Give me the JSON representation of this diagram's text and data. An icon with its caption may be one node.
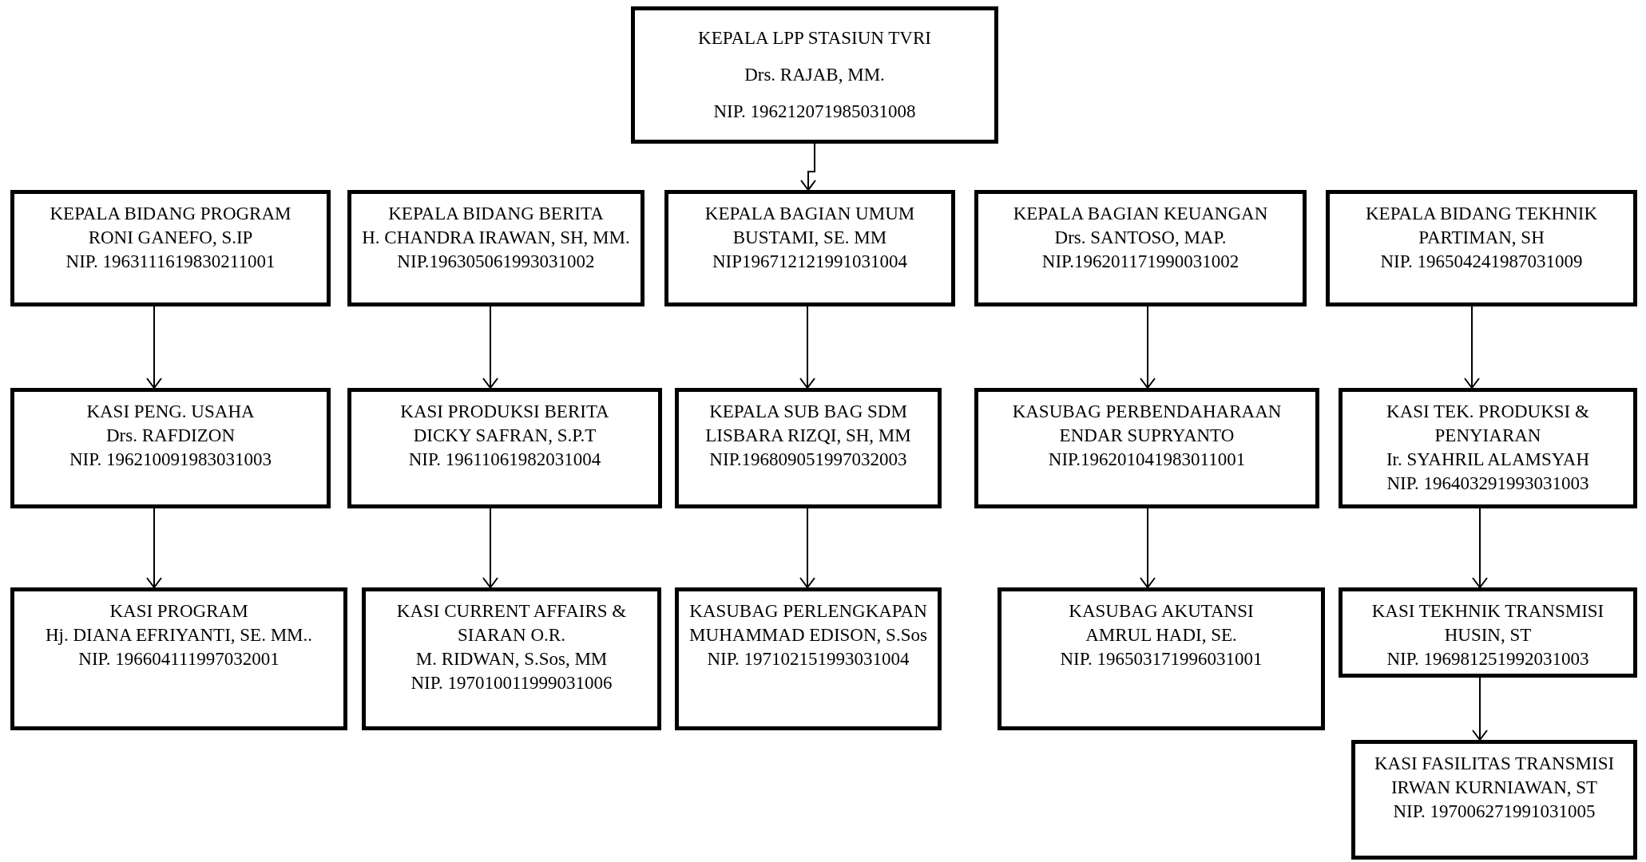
{
  "diagram": {
    "nodes": [
      {
        "text": [
          "KEPALA LPP STASIUN TVRI",
          "Drs. RAJAB, MM.",
          "NIP. 196212071985031008"
        ]
      },
      {
        "text": [
          "KEPALA BIDANG PROGRAM",
          "RONI GANEFO, S.IP",
          "NIP. 1963111619830211001"
        ]
      },
      {
        "text": [
          "KEPALA BIDANG BERITA",
          "H. CHANDRA IRAWAN, SH, MM.",
          "NIP.196305061993031002"
        ]
      },
      {
        "text": [
          "KEPALA BAGIAN UMUM",
          "BUSTAMI, SE. MM",
          "NIP196712121991031004"
        ]
      },
      {
        "text": [
          "KEPALA BAGIAN KEUANGAN",
          "Drs. SANTOSO, MAP.",
          "NIP.196201171990031002"
        ]
      },
      {
        "text": [
          "KEPALA BIDANG TEKHNIK",
          "PARTIMAN, SH",
          "NIP. 196504241987031009"
        ]
      },
      {
        "text": [
          "KASI PENG. USAHA",
          "Drs. RAFDIZON",
          "NIP. 196210091983031003"
        ]
      },
      {
        "text": [
          "KASI PRODUKSI BERITA",
          "DICKY SAFRAN, S.P.T",
          "NIP. 19611061982031004"
        ]
      },
      {
        "text": [
          "KEPALA SUB BAG SDM",
          "LISBARA RIZQI, SH, MM",
          "NIP.196809051997032003"
        ]
      },
      {
        "text": [
          "KASUBAG PERBENDAHARAAN",
          "ENDAR SUPRYANTO",
          "NIP.196201041983011001"
        ]
      },
      {
        "text": [
          "KASI TEK. PRODUKSI & PENYIARAN",
          "Ir. SYAHRIL ALAMSYAH",
          "NIP. 196403291993031003"
        ]
      },
      {
        "text": [
          "KASI PROGRAM",
          "Hj. DIANA EFRIYANTI, SE. MM..",
          "NIP. 196604111997032001"
        ]
      },
      {
        "text": [
          "KASI CURRENT AFFAIRS & SIARAN O.R.",
          "M. RIDWAN, S.Sos, MM",
          "NIP. 197010011999031006"
        ]
      },
      {
        "text": [
          "KASUBAG PERLENGKAPAN",
          "MUHAMMAD EDISON, S.Sos",
          "NIP. 197102151993031004"
        ]
      },
      {
        "text": [
          "KASUBAG AKUTANSI",
          "AMRUL HADI, SE.",
          "NIP. 196503171996031001"
        ]
      },
      {
        "text": [
          "KASI TEKHNIK TRANSMISI",
          "HUSIN, ST",
          "NIP. 196981251992031003"
        ]
      },
      {
        "text": [
          "KASI FASILITAS TRANSMISI",
          "IRWAN KURNIAWAN, ST",
          "NIP. 197006271991031005"
        ]
      }
    ],
    "edges": [
      {
        "from": 0,
        "to": 3,
        "arrow": "to"
      },
      {
        "from": 1,
        "to": 6,
        "arrow": "to"
      },
      {
        "from": 2,
        "to": 7,
        "arrow": "to"
      },
      {
        "from": 3,
        "to": 8,
        "arrow": "to"
      },
      {
        "from": 4,
        "to": 9,
        "arrow": "to"
      },
      {
        "from": 5,
        "to": 10,
        "arrow": "to"
      },
      {
        "from": 6,
        "to": 11,
        "arrow": "to"
      },
      {
        "from": 7,
        "to": 12,
        "arrow": "to"
      },
      {
        "from": 8,
        "to": 13,
        "arrow": "to"
      },
      {
        "from": 9,
        "to": 14,
        "arrow": "to"
      },
      {
        "from": 10,
        "to": 15,
        "arrow": "to"
      },
      {
        "from": 15,
        "to": 16,
        "arrow": "to"
      }
    ]
  }
}
